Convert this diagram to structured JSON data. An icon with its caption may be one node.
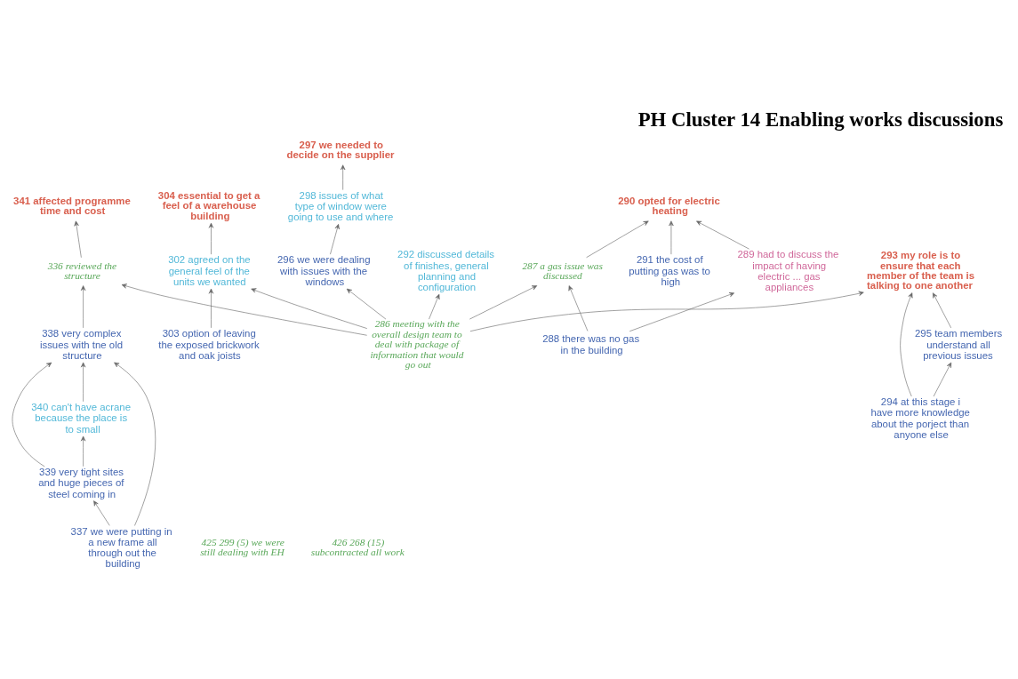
{
  "diagram": {
    "title": "PH Cluster 14 Enabling works discussions",
    "nodes": [
      {
        "text": [
          "297 we needed to decide on the supplier"
        ]
      },
      {
        "text": [
          "298 issues of what type of window were going to use and where"
        ]
      },
      {
        "text": [
          "341 affected programme time and cost"
        ]
      },
      {
        "text": [
          "304 essential to get a feel of a warehouse building"
        ]
      },
      {
        "text": [
          "290 opted for electric heating"
        ]
      },
      {
        "text": [
          "296 we were dealing with issues with the windows"
        ]
      },
      {
        "text": [
          "336 reviewed the structure"
        ]
      },
      {
        "text": [
          "302 agreed on the general feel of the units we wanted"
        ]
      },
      {
        "text": [
          "303 option of leaving the exposed brickwork and oak joists"
        ]
      },
      {
        "text": [
          "289 had to discuss the impact of having electric ... gas appliances"
        ]
      },
      {
        "text": [
          "338 very complex issues with tne old structure"
        ]
      },
      {
        "text": [
          "287 a gas issue was discussed"
        ]
      },
      {
        "text": [
          "293 my role is to ensure that each member of the team is talking to one another"
        ]
      },
      {
        "text": [
          "292 discussed details of finishes, general planning and configuration"
        ]
      },
      {
        "text": [
          "340 can't have acrane because the place is to small"
        ]
      },
      {
        "text": [
          "291 the cost of putting gas was to high"
        ]
      },
      {
        "text": [
          "288 there was no gas in the building"
        ]
      },
      {
        "text": [
          "294 at this stage i have more knowledge about the porject than anyone else"
        ]
      },
      {
        "text": [
          "295 team members understand all previous issues"
        ]
      },
      {
        "text": [
          "286 meeting with the overall design team to deal with package of information that would go out"
        ]
      },
      {
        "text": [
          "425 299 (5) we were still dealing with EH"
        ]
      },
      {
        "text": [
          "426 268 (15) subcontracted all work"
        ]
      },
      {
        "text": [
          "337 we were putting in a new frame all through out the building"
        ]
      },
      {
        "text": [
          "339 very tight sites and huge pieces of steel coming in"
        ]
      }
    ],
    "edges": [
      {
        "from": 1,
        "to": 0,
        "arrow": "to"
      },
      {
        "from": 5,
        "to": 1,
        "arrow": "to"
      },
      {
        "from": 6,
        "to": 2,
        "arrow": "to"
      },
      {
        "from": 7,
        "to": 3,
        "arrow": "to"
      },
      {
        "from": 8,
        "to": 7,
        "arrow": "to"
      },
      {
        "from": 9,
        "to": 4,
        "arrow": "to"
      },
      {
        "from": 15,
        "to": 4,
        "arrow": "to"
      },
      {
        "from": 11,
        "to": 4,
        "arrow": "to"
      },
      {
        "from": 10,
        "to": 6,
        "arrow": "to"
      },
      {
        "from": 14,
        "to": 10,
        "arrow": "to"
      },
      {
        "from": 16,
        "to": 9,
        "arrow": "to"
      },
      {
        "from": 22,
        "to": 10,
        "arrow": "to"
      },
      {
        "from": 23,
        "to": 10,
        "arrow": "to"
      },
      {
        "from": 16,
        "to": 11,
        "arrow": "to"
      },
      {
        "from": 17,
        "to": 12,
        "arrow": "to"
      },
      {
        "from": 19,
        "to": 11,
        "arrow": "to"
      },
      {
        "from": 19,
        "to": 5,
        "arrow": "to"
      },
      {
        "from": 19,
        "to": 12,
        "arrow": "to"
      },
      {
        "from": 19,
        "to": 6,
        "arrow": "to"
      },
      {
        "from": 19,
        "to": 7,
        "arrow": "to"
      },
      {
        "from": 19,
        "to": 13,
        "arrow": "to"
      },
      {
        "from": 18,
        "to": 12,
        "arrow": "to"
      },
      {
        "from": 17,
        "to": 18,
        "arrow": "to"
      },
      {
        "from": 22,
        "to": 23,
        "arrow": "to"
      },
      {
        "from": 23,
        "to": 14,
        "arrow": "to"
      }
    ]
  }
}
